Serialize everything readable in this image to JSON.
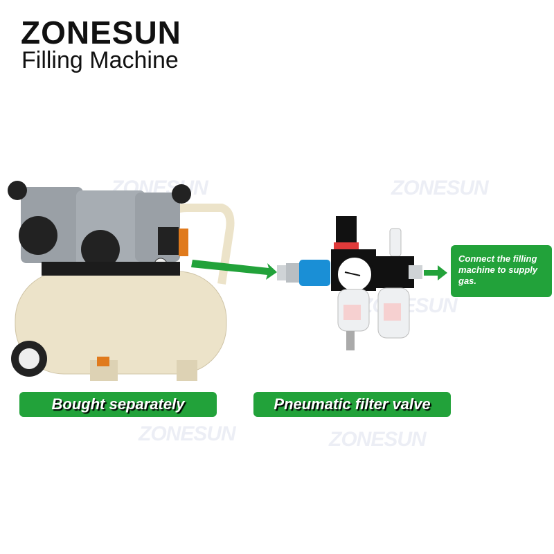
{
  "header": {
    "brand": "ZONESUN",
    "subtitle": "Filling Machine"
  },
  "watermark": "ZONESUN",
  "labels": {
    "compressor": "Bought separately",
    "filter": "Pneumatic filter valve",
    "callout": "Connect the filling machine to supply gas."
  },
  "colors": {
    "accent_green": "#22a23a",
    "tank_beige": "#ece3c9",
    "fitting_blue": "#1a8fd6"
  }
}
